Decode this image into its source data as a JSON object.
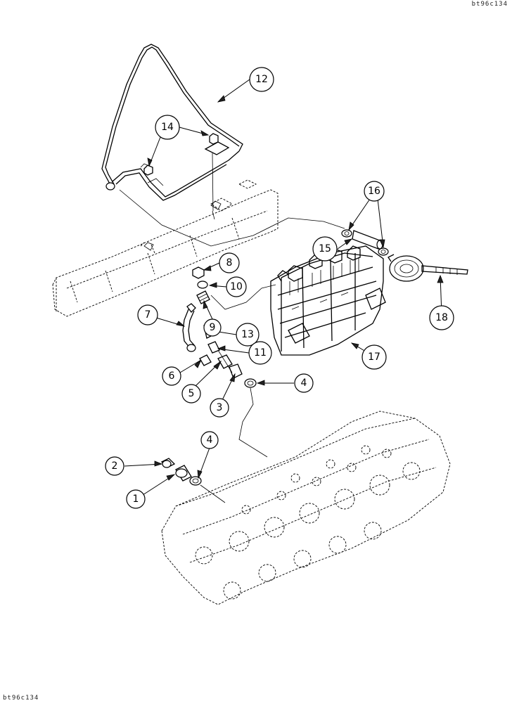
{
  "figure": {
    "reference_code_top": "bt96c134",
    "reference_code_bottom": "bt96c134"
  },
  "callouts": [
    {
      "id": "c12",
      "number": "12"
    },
    {
      "id": "c14",
      "number": "14"
    },
    {
      "id": "c16",
      "number": "16"
    },
    {
      "id": "c15",
      "number": "15"
    },
    {
      "id": "c8",
      "number": "8"
    },
    {
      "id": "c10",
      "number": "10"
    },
    {
      "id": "c7",
      "number": "7"
    },
    {
      "id": "c9",
      "number": "9"
    },
    {
      "id": "c13",
      "number": "13"
    },
    {
      "id": "c11",
      "number": "11"
    },
    {
      "id": "c6",
      "number": "6"
    },
    {
      "id": "c5",
      "number": "5"
    },
    {
      "id": "c3",
      "number": "3"
    },
    {
      "id": "c4a",
      "number": "4"
    },
    {
      "id": "c17",
      "number": "17"
    },
    {
      "id": "c18",
      "number": "18"
    },
    {
      "id": "c2",
      "number": "2"
    },
    {
      "id": "c4b",
      "number": "4"
    },
    {
      "id": "c1",
      "number": "1"
    }
  ]
}
